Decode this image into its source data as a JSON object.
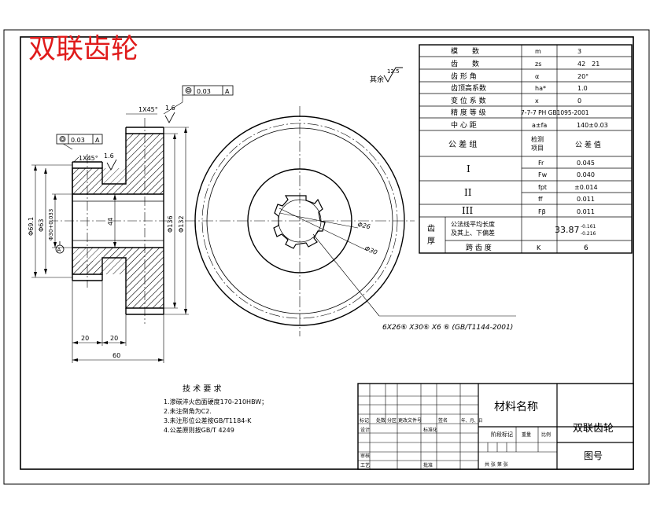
{
  "title": "双联齿轮",
  "roughness": {
    "prefix": "其余",
    "value": "12.5"
  },
  "dims": {
    "chamfer_top": "1X45°",
    "chamfer_left": "1X45°",
    "rough_top": "1.6",
    "rough_left": "1.6",
    "dia_69": "Φ69.1",
    "dia_63": "Φ63",
    "dia_30": "Φ30+0.033",
    "dia_30_tol": "0",
    "dia_44": "44",
    "dia_136": "Φ136",
    "dia_132": "Φ132",
    "len_20a": "20",
    "len_20b": "20",
    "len_60": "60",
    "runout_value": "0.03",
    "datum": "A",
    "spline_d26": "Φ26",
    "spline_d30": "Φ30",
    "spline_note": "6X26⑥ X30⑥ X6 ⑥ (GB/T1144-2001)"
  },
  "params_table": {
    "rows": [
      {
        "name": "模　　数",
        "sym": "m",
        "val": "3"
      },
      {
        "name": "齿　　数",
        "sym": "zs",
        "val": "42　21"
      },
      {
        "name": "齿 形 角",
        "sym": "α",
        "val": "20°"
      },
      {
        "name": "齿顶高系数",
        "sym": "ha*",
        "val": "1.0"
      },
      {
        "name": "变 位 系 数",
        "sym": "x",
        "val": "0"
      },
      {
        "name": "精 度 等 级",
        "sym": "",
        "val": "7-7-7 PH GB1095-2001"
      },
      {
        "name": "中 心 距",
        "sym": "a±fa",
        "val": "140±0.03"
      }
    ],
    "tol_group_label": "公 差 组",
    "check_item_label": "检测\n项目",
    "tol_value_label": "公 差 值",
    "groups": [
      {
        "roman": "I",
        "items": [
          {
            "sym": "Fr",
            "val": "0.045"
          },
          {
            "sym": "Fw",
            "val": "0.040"
          }
        ]
      },
      {
        "roman": "II",
        "items": [
          {
            "sym": "fpt",
            "val": "±0.014"
          },
          {
            "sym": "ff",
            "val": "0.011"
          }
        ]
      },
      {
        "roman": "III",
        "items": [
          {
            "sym": "Fβ",
            "val": "0.011"
          }
        ]
      }
    ],
    "tooth_label": "齿\n厚",
    "chord_label": "公法线平均长度\n及其上、下偏差",
    "chord_value": "33.87",
    "chord_upper": "-0.161",
    "chord_lower": "-0.216",
    "span_label": "跨 齿 度",
    "span_sym": "K",
    "span_val": "6"
  },
  "tech_req": {
    "heading": "技 术 要 求",
    "items": [
      "1.渗碳淬火齿面硬度170-210HBW；",
      "2.未注倒角为C2.",
      "3.未注形位公差按GB/T1184-K",
      "4.公差原则按GB/T 4249"
    ]
  },
  "title_block": {
    "material": "材料名称",
    "part_name": "双联齿轮",
    "drawing_no": "图号",
    "col_labels": [
      "标记",
      "处数",
      "分区",
      "更改文件号",
      "签名",
      "年、月、日"
    ],
    "design_label": "设计",
    "std_label": "标准化",
    "stage_label": "阶段标记",
    "weight_label": "重量",
    "scale_label": "比例",
    "review_label": "审核",
    "process_label": "工艺",
    "approve_label": "批准",
    "sheet_label": "共 张 第 张"
  }
}
